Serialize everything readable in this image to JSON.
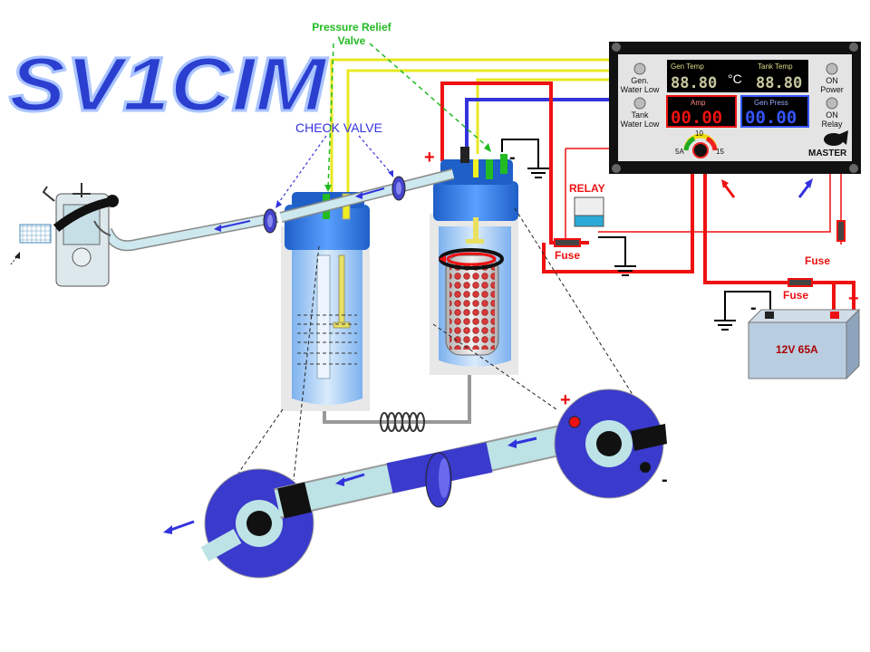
{
  "logo": {
    "text": "SV1CIM",
    "fill": "#2a3fd0",
    "stroke": "#9ab4ff"
  },
  "labels": {
    "pressure_relief_1": "Pressure Relief",
    "pressure_relief_2": "Valve",
    "check_valve": "CHECK VALVE",
    "relay": "RELAY",
    "fuse_1": "Fuse",
    "fuse_2": "Fuse",
    "fuse_3": "Fuse",
    "battery": "12V 65A",
    "plus_cell": "+",
    "minus_cell": "-",
    "plus_battery": "+",
    "minus_battery": "-",
    "plus_plate": "+",
    "minus_plate": "-"
  },
  "panel": {
    "gen_water_low_1": "Gen.",
    "gen_water_low_2": "Water Low",
    "tank_water_low_1": "Tank",
    "tank_water_low_2": "Water Low",
    "gen_temp_title": "Gen Temp",
    "gen_temp_value": "88.80",
    "unit_c": "°C",
    "tank_temp_title": "Tank Temp",
    "tank_temp_value": "88.80",
    "amp_title": "Amp",
    "amp_value": "00.00",
    "gen_press_title": "Gen Press",
    "gen_press_value": "00.00",
    "on_power_1": "ON",
    "on_power_2": "Power",
    "on_relay_1": "ON",
    "on_relay_2": "Relay",
    "knob_max": "10",
    "knob_min": "5A",
    "knob_hi": "15",
    "master": "MASTER"
  },
  "colors": {
    "positive_wire": "#ee1111",
    "blue_wire": "#3333dd",
    "yellow_wire": "#eeee22",
    "green_label": "#22bb22",
    "panel_bg": "#111111",
    "tank_blue": "#2a78e0"
  }
}
